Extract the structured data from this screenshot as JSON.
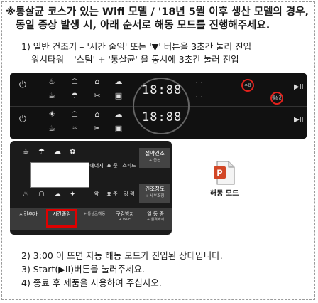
{
  "heading": {
    "line1": "※통살균 코스가 있는 Wifi 모델 / '18년 5월 이후 생산 모델의 경우,",
    "line2": "동일 증상 발생 시, 아래 순서로  해동 모드를 진행해주세요."
  },
  "steps": {
    "s1a": "1) 일반 건조기 – '시간 줄임' 또는 '▼' 버튼을 3초간 눌러 진입",
    "s1b": "워시타워     – '스팀' + '통살균' 을 동시에 3초간 눌러 진입",
    "s2": "2) 3:00 이 뜨면 자동 해동 모드가 진입된 상태입니다.",
    "s3": "3) Start(▶II)버튼을 눌러주세요.",
    "s4": "4) 종료 후 제품을 사용하여 주십시오."
  },
  "panel1": {
    "display_top": "18:88",
    "display_bottom": "18:88",
    "power_label": "전원",
    "steam_label": "스팀",
    "sterilize_label": "통살균",
    "play_symbol": "▶II"
  },
  "panel2": {
    "mid_buttons": [
      "에너지",
      "표 준",
      "스피드"
    ],
    "lower_buttons": [
      "약",
      "표 준",
      "강 력"
    ],
    "side_top": {
      "label": "절약건조",
      "sub": "+ 옵션"
    },
    "side_bottom": {
      "label": "건조정도",
      "sub": "+ 세부조정"
    },
    "bottom": [
      {
        "label": "시간추가"
      },
      {
        "label": "시간줄임"
      },
      {
        "label": "",
        "sub": "+ 통살균/해동"
      },
      {
        "label": "구김방지",
        "sub": "+ Wi-Fi"
      },
      {
        "label": "일 동 증",
        "sub": "+ 원격제어"
      }
    ]
  },
  "attachment": {
    "label": "해동 모드",
    "icon": "powerpoint-file-icon"
  }
}
